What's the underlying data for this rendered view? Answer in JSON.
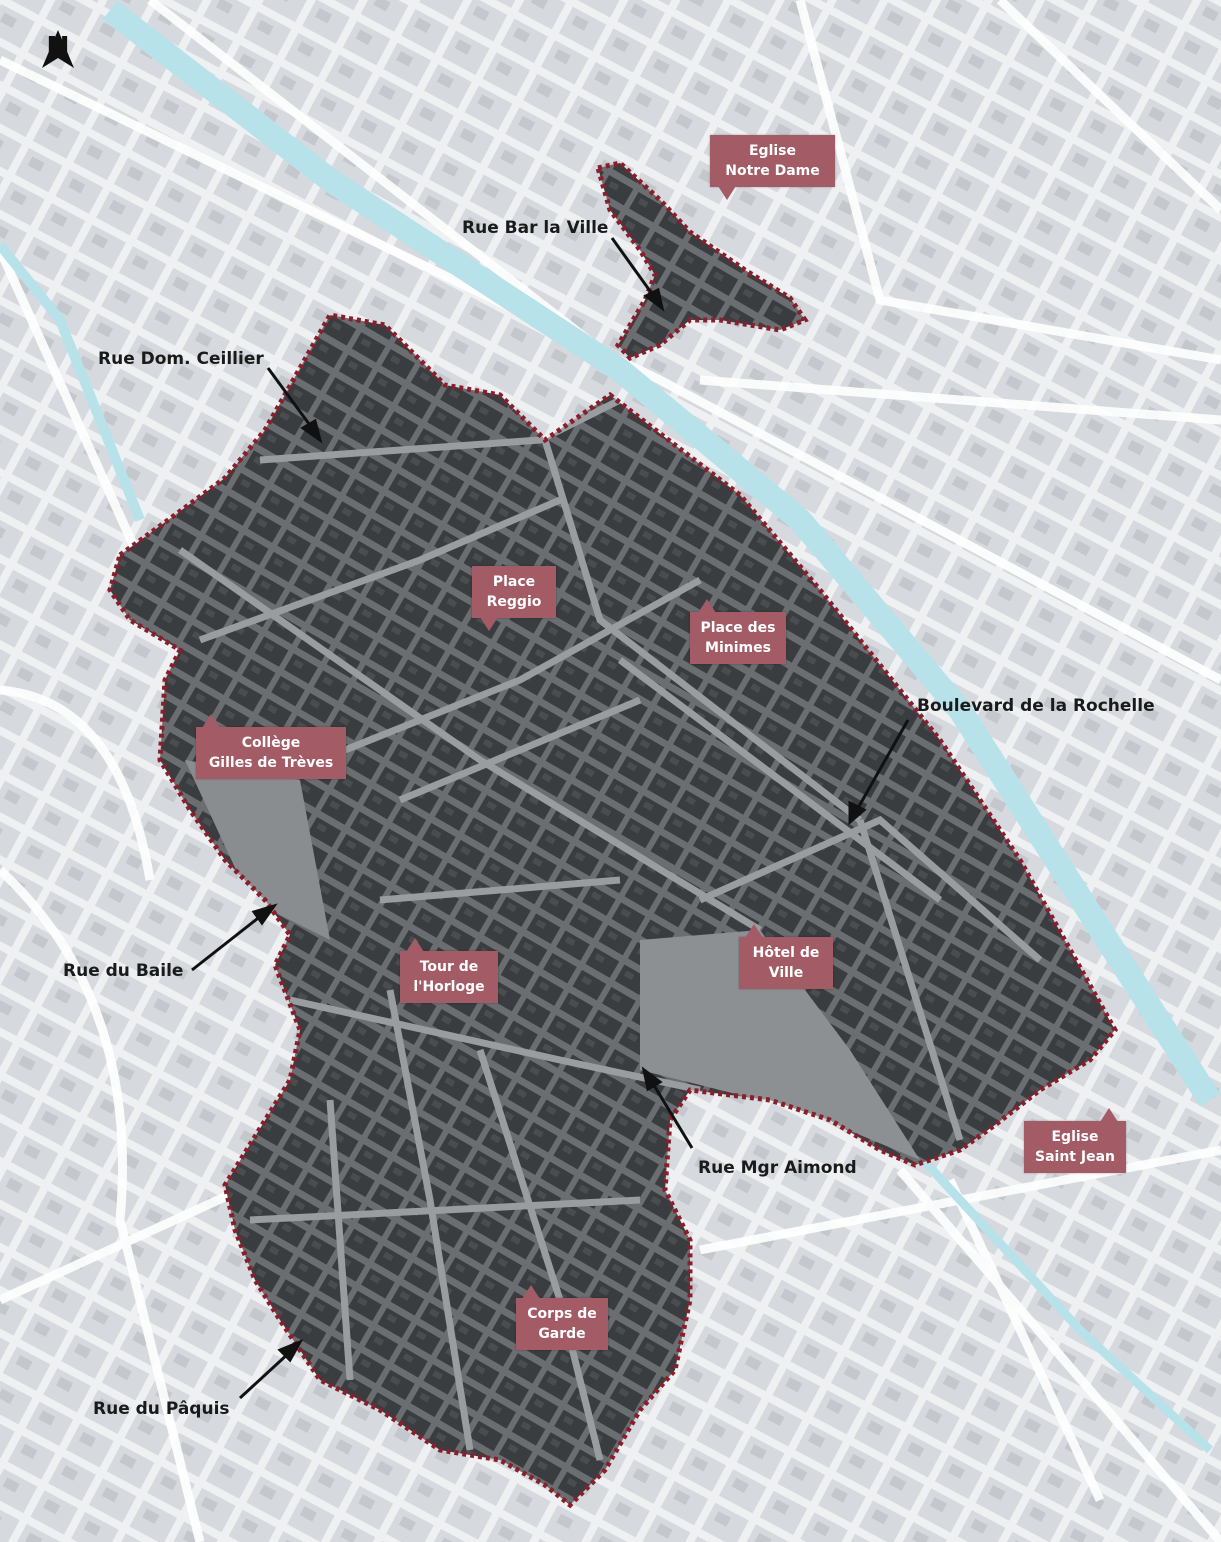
{
  "map": {
    "north_label": "N",
    "colors": {
      "background": "#eef0f2",
      "blocks_light": "#d6d9dd",
      "district_fill": "#55585b",
      "district_blocks": "#3a3d40",
      "streets_light": "#ffffff",
      "river": "#b8e2ea",
      "boundary": "#8a1e2a",
      "poi_fill": "#a35c66",
      "poi_text": "#ffffff"
    },
    "street_labels": [
      {
        "id": "rue-bar-la-ville",
        "text": "Rue Bar la Ville"
      },
      {
        "id": "rue-dom-ceillier",
        "text": "Rue Dom. Ceillier"
      },
      {
        "id": "boulevard-de-la-rochelle",
        "text": "Boulevard de la Rochelle"
      },
      {
        "id": "rue-du-baile",
        "text": "Rue du Baile"
      },
      {
        "id": "rue-mgr-aimond",
        "text": "Rue Mgr Aimond"
      },
      {
        "id": "rue-du-paquis",
        "text": "Rue du Pâquis"
      }
    ],
    "poi_labels": [
      {
        "id": "eglise-notre-dame",
        "line1": "Eglise",
        "line2": "Notre Dame"
      },
      {
        "id": "place-reggio",
        "line1": "Place",
        "line2": "Reggio"
      },
      {
        "id": "place-des-minimes",
        "line1": "Place des",
        "line2": "Minimes"
      },
      {
        "id": "college-gilles-de-treves",
        "line1": "Collège",
        "line2": "Gilles de Trèves"
      },
      {
        "id": "tour-de-lhorloge",
        "line1": "Tour de",
        "line2": "l'Horloge"
      },
      {
        "id": "hotel-de-ville",
        "line1": "Hôtel de",
        "line2": "Ville"
      },
      {
        "id": "eglise-saint-jean",
        "line1": "Eglise",
        "line2": "Saint Jean"
      },
      {
        "id": "corps-de-garde",
        "line1": "Corps de",
        "line2": "Garde"
      }
    ]
  }
}
